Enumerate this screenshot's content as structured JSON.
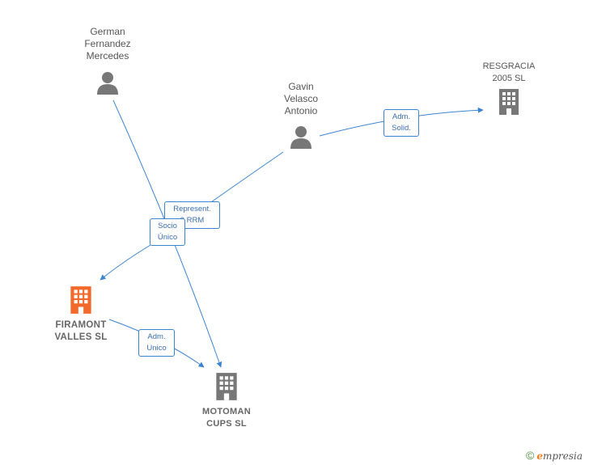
{
  "colors": {
    "edge": "#3b84d0",
    "person_icon": "#777777",
    "company_icon": "#777777",
    "highlight_company": "#f26a2b"
  },
  "nodes": {
    "german": {
      "label": "German\nFernandez\nMercedes",
      "type": "person-icon"
    },
    "gavin": {
      "label": "Gavin\nVelasco\nAntonio",
      "type": "person-icon"
    },
    "resgracia": {
      "label": "RESGRACIA\n2005  SL",
      "type": "building-icon"
    },
    "firamont": {
      "label": "FIRAMONT\nVALLES  SL",
      "type": "building-icon"
    },
    "motoman": {
      "label": "MOTOMAN\nCUPS  SL",
      "type": "building-icon"
    }
  },
  "edges": {
    "adm_solid": {
      "label": "Adm.\nSolid."
    },
    "represent": {
      "label": "Represent.\n3 RRM"
    },
    "socio_unico": {
      "label": "Socio\nÚnico"
    },
    "adm_unico": {
      "label": "Adm.\nUnico"
    }
  },
  "brand": {
    "copyright": "©",
    "e": "e",
    "rest": "mpresia"
  }
}
